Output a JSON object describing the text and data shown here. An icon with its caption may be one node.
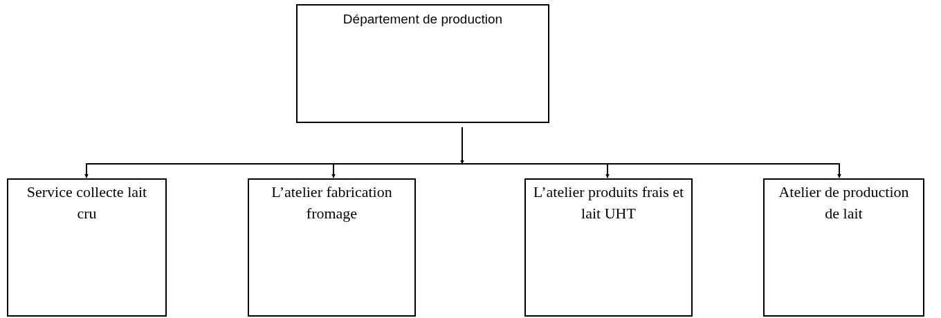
{
  "diagram": {
    "nodes": [
      {
        "text": [
          "Département de production"
        ]
      },
      {
        "text": [
          "Service collecte lait cru"
        ]
      },
      {
        "text": [
          "L’atelier fabrication fromage"
        ]
      },
      {
        "text": [
          "L’atelier produits frais et lait UHT"
        ]
      },
      {
        "text": [
          "Atelier de production de lait"
        ]
      }
    ],
    "edges": [
      {
        "from": 0,
        "to": 1,
        "arrow": "to"
      },
      {
        "from": 0,
        "to": 2,
        "arrow": "to"
      },
      {
        "from": 0,
        "to": 3,
        "arrow": "to"
      },
      {
        "from": 0,
        "to": 4,
        "arrow": "to"
      }
    ]
  }
}
